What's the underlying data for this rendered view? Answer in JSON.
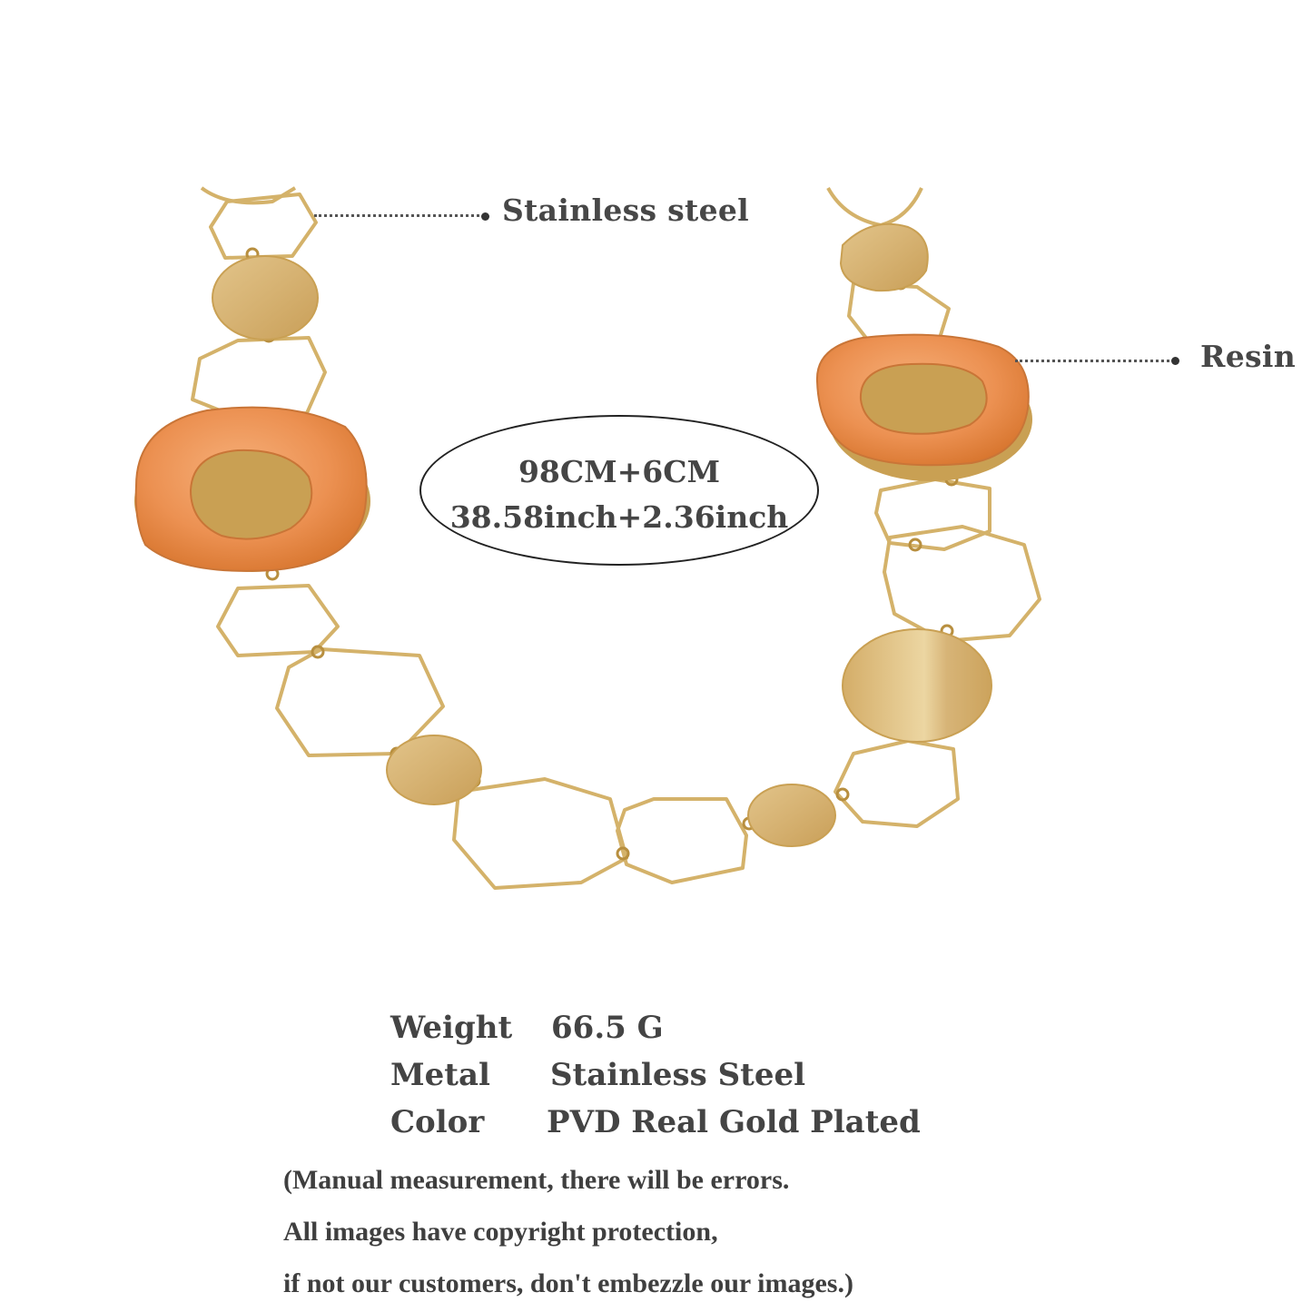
{
  "product": {
    "type": "Long necklace",
    "colors": {
      "gold": "#d7b56d",
      "gold_dark": "#b89445",
      "disc_fill": "#d9b878",
      "resin_orange": "#e8894a",
      "resin_light": "#f3a56c",
      "text": "#444444"
    }
  },
  "callouts": {
    "stainless_steel": "Stainless steel",
    "resin": "Resin"
  },
  "size_badge": {
    "metric": "98CM+6CM",
    "imperial": "38.58inch+2.36inch"
  },
  "specs": [
    {
      "key": "Weight",
      "value": "66.5 G"
    },
    {
      "key": "Metal",
      "value": "Stainless Steel"
    },
    {
      "key": "Color",
      "value": "PVD Real Gold Plated"
    }
  ],
  "disclaimer": {
    "line1": "(Manual measurement, there will be errors.",
    "line2": " All images have copyright protection,",
    "line3": "if not our customers, don't embezzle our images.)"
  }
}
